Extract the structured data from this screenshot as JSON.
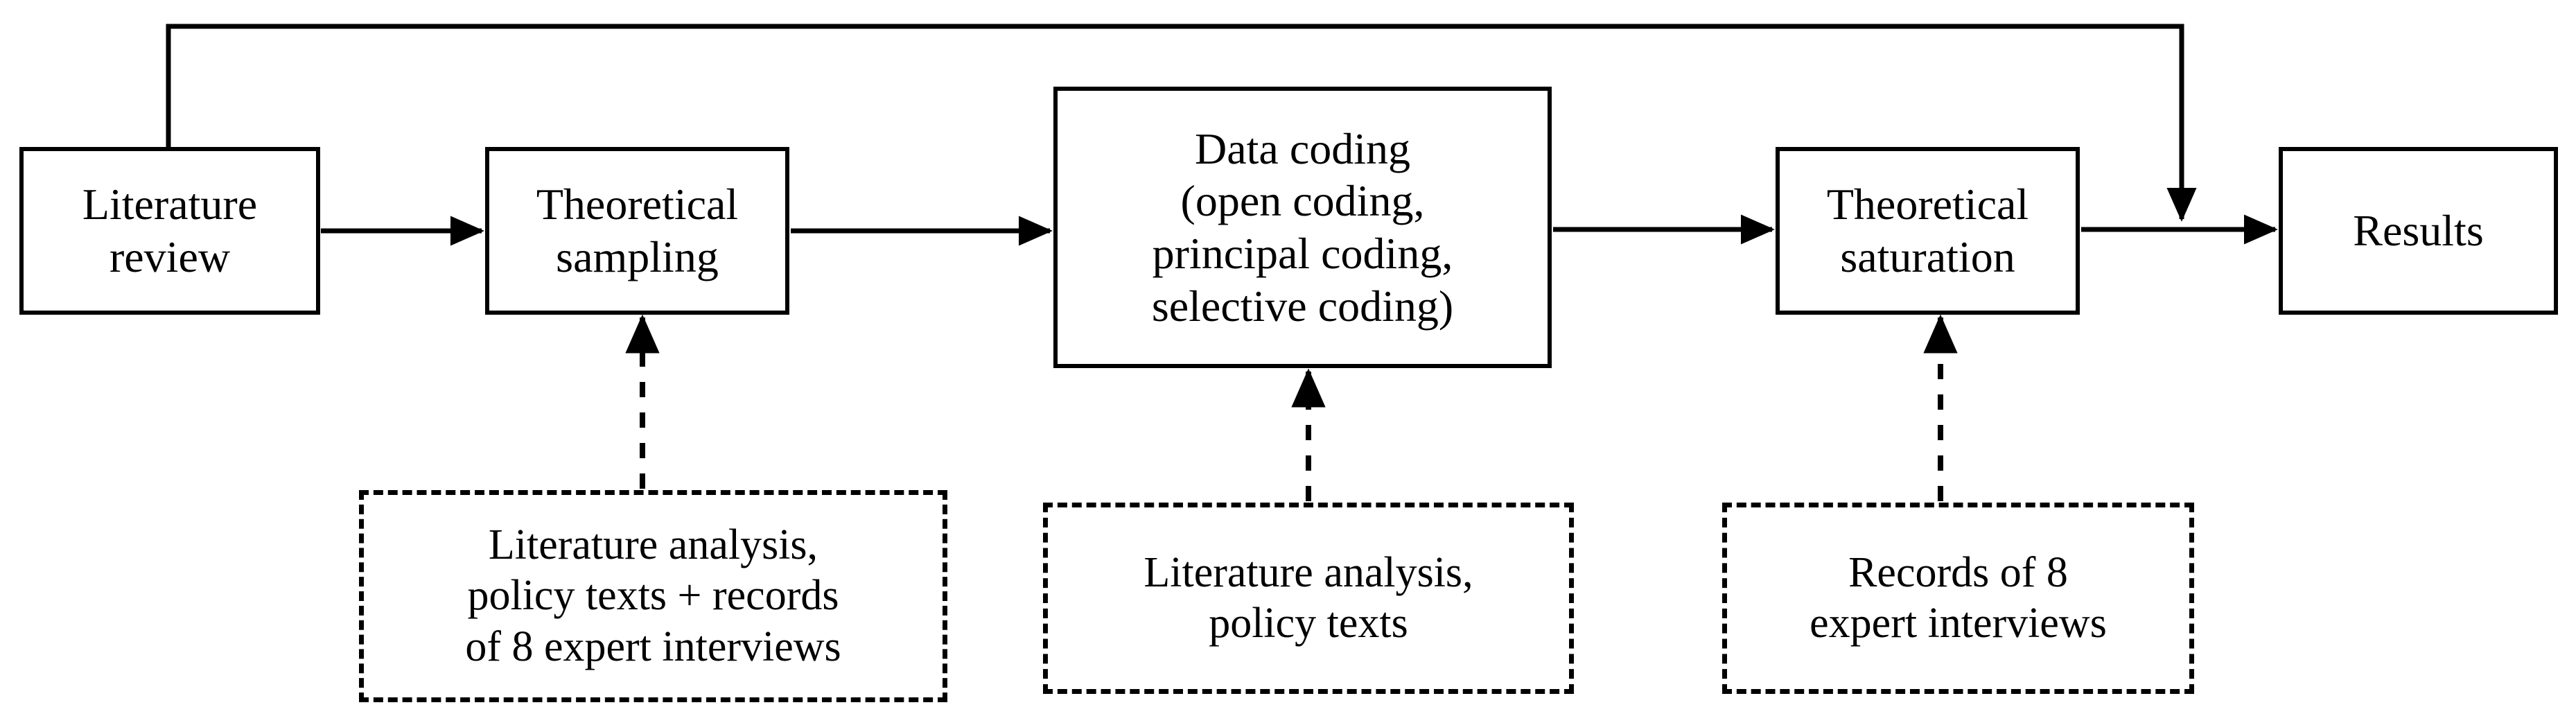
{
  "diagram": {
    "title": "Grounded theory research process flowchart",
    "colors": {
      "stroke": "#000000",
      "background": "#ffffff",
      "text": "#000000"
    },
    "nodes": [
      {
        "id": "literature-review",
        "label": "Literature\nreview",
        "style": "solid"
      },
      {
        "id": "theoretical-sampling",
        "label": "Theoretical\nsampling",
        "style": "solid"
      },
      {
        "id": "data-coding",
        "label": "Data coding\n(open coding,\nprincipal coding,\nselective coding)",
        "style": "solid"
      },
      {
        "id": "theoretical-saturation",
        "label": "Theoretical\nsaturation",
        "style": "solid"
      },
      {
        "id": "results",
        "label": "Results",
        "style": "solid"
      },
      {
        "id": "sources-sampling",
        "label": "Literature analysis,\npolicy texts + records\nof 8 expert interviews",
        "style": "dashed"
      },
      {
        "id": "sources-coding",
        "label": "Literature analysis,\npolicy texts",
        "style": "dashed"
      },
      {
        "id": "sources-saturation",
        "label": "Records of 8\nexpert interviews",
        "style": "dashed"
      }
    ],
    "edges": [
      {
        "id": "edge-review-to-sampling",
        "from": "literature-review",
        "to": "theoretical-sampling",
        "style": "solid",
        "arrow": "end"
      },
      {
        "id": "edge-sampling-to-coding",
        "from": "theoretical-sampling",
        "to": "data-coding",
        "style": "solid",
        "arrow": "end"
      },
      {
        "id": "edge-coding-to-saturation",
        "from": "data-coding",
        "to": "theoretical-saturation",
        "style": "solid",
        "arrow": "end"
      },
      {
        "id": "edge-saturation-to-results",
        "from": "theoretical-saturation",
        "to": "results",
        "style": "solid",
        "arrow": "end"
      },
      {
        "id": "edge-feedback-review-to-results",
        "from": "literature-review",
        "to": "saturation-results-link",
        "style": "solid",
        "arrow": "end"
      },
      {
        "id": "edge-sources-sampling-to-sampling",
        "from": "sources-sampling",
        "to": "theoretical-sampling",
        "style": "dashed",
        "arrow": "end"
      },
      {
        "id": "edge-sources-coding-to-coding",
        "from": "sources-coding",
        "to": "data-coding",
        "style": "dashed",
        "arrow": "end"
      },
      {
        "id": "edge-sources-saturation-to-saturation",
        "from": "sources-saturation",
        "to": "theoretical-saturation",
        "style": "dashed",
        "arrow": "end"
      }
    ]
  }
}
